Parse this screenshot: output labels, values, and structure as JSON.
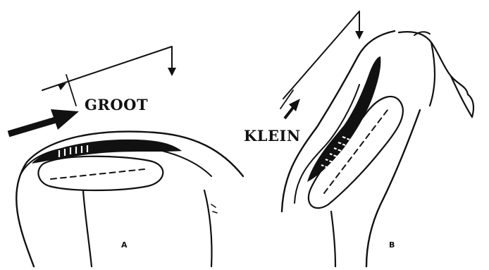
{
  "labels": {
    "force_large": "GROOT",
    "force_small": "KLEIN",
    "panel_a": "A",
    "panel_b": "B"
  },
  "colors": {
    "ink": "#111111",
    "background": "#ffffff"
  }
}
